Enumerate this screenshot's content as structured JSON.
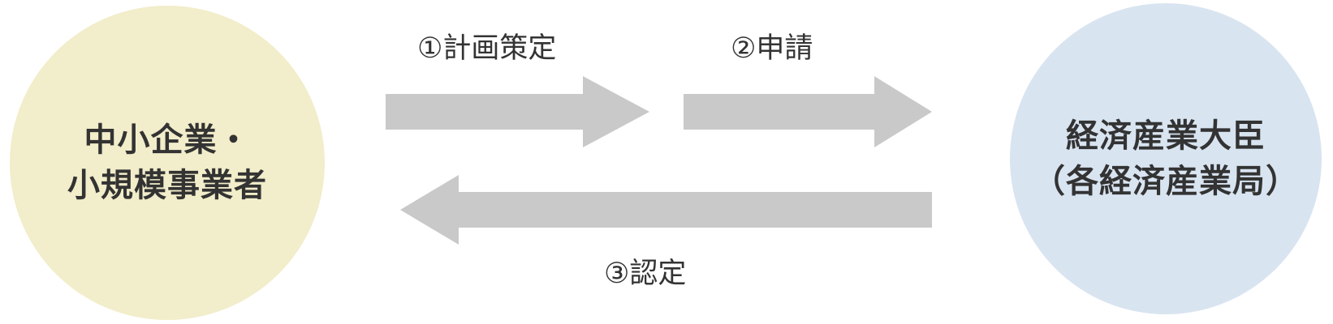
{
  "diagram": {
    "title": "certification-flow",
    "left_circle": {
      "lines": [
        "中小企業・",
        "小規模事業者"
      ]
    },
    "right_circle": {
      "lines": [
        "経済産業大臣",
        "（各経済産業局）"
      ]
    },
    "arrows": [
      {
        "label": "①計画策定",
        "direction": "right",
        "from": "中小企業・小規模事業者",
        "to": "経済産業大臣（各経済産業局）"
      },
      {
        "label": "②申請",
        "direction": "right",
        "from": "中小企業・小規模事業者",
        "to": "経済産業大臣（各経済産業局）"
      },
      {
        "label": "③認定",
        "direction": "left",
        "from": "経済産業大臣（各経済産業局）",
        "to": "中小企業・小規模事業者"
      }
    ]
  },
  "colors": {
    "canvas-bg": "#ffffff",
    "left-circle-bg": "#f2edca",
    "right-circle-bg": "#d9e4f1",
    "arrow": "#c9c9c9",
    "text": "#333333"
  }
}
